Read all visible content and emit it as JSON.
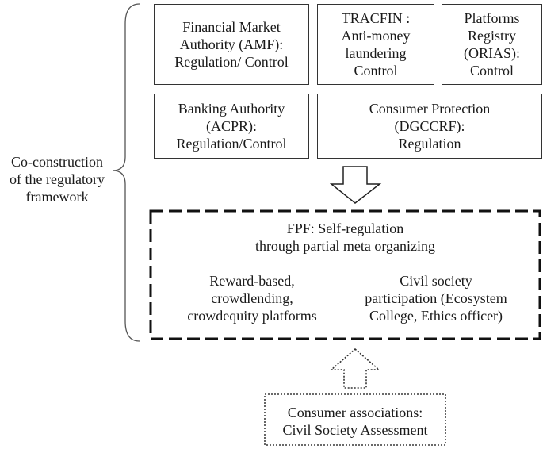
{
  "left_label": "Co-construction\nof the regulatory\nframework",
  "boxes": {
    "amf": "Financial Market\nAuthority (AMF):\nRegulation/ Control",
    "tracfin": "TRACFIN :\nAnti-money\nlaundering\nControl",
    "orias": "Platforms\nRegistry\n(ORIAS):\nControl",
    "acpr": "Banking Authority\n(ACPR):\nRegulation/Control",
    "dgccrf": "Consumer Protection\n(DGCCRF):\nRegulation"
  },
  "fpf": {
    "title": "FPF: Self-regulation\nthrough partial meta organizing",
    "platforms": "Reward-based,\ncrowdlending,\ncrowdequity platforms",
    "civil": "Civil society\nparticipation (Ecosystem\nCollege, Ethics officer)"
  },
  "consumer": "Consumer associations:\nCivil Society Assessment"
}
